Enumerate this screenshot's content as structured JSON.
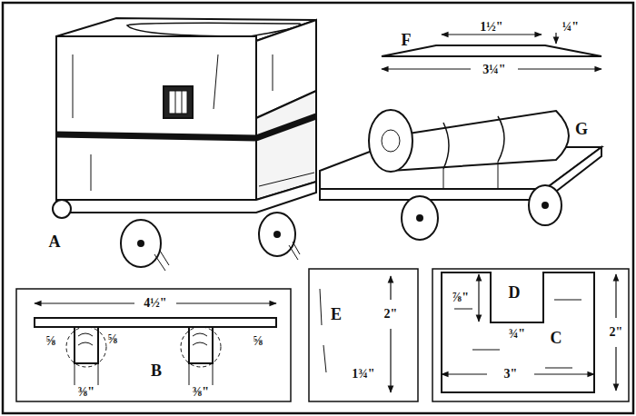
{
  "diagram": {
    "labels": [
      "F",
      "1½\"",
      "¼\"",
      "3¼\"",
      "G",
      "A",
      "4½\"",
      "⅝",
      "⅝",
      "B",
      "⅜\"",
      "⅜\"",
      "⅝",
      "E",
      "2\"",
      "1¾\"",
      "D",
      "⅞\"",
      "¾\"",
      "C",
      "3\"",
      "2\""
    ]
  }
}
